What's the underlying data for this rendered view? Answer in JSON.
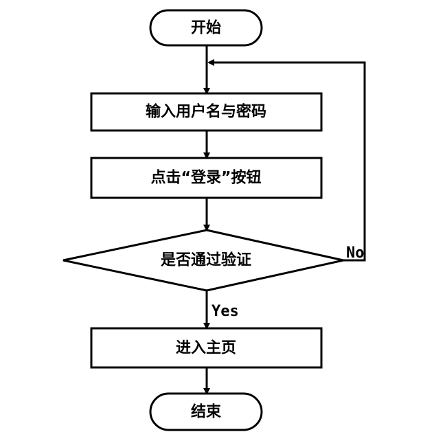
{
  "diagram": {
    "type": "flowchart",
    "line_color": "#000000",
    "fill_color": "#ffffff",
    "nodes": {
      "start": {
        "shape": "terminal",
        "label": "开始"
      },
      "input": {
        "shape": "process",
        "label": "输入用户名与密码"
      },
      "click": {
        "shape": "process",
        "label": "点击“登录”按钮"
      },
      "verify": {
        "shape": "decision",
        "label": "是否通过验证"
      },
      "home": {
        "shape": "process",
        "label": "进入主页"
      },
      "end": {
        "shape": "terminal",
        "label": "结束"
      }
    },
    "edges": [
      {
        "from": "start",
        "to": "input",
        "label": ""
      },
      {
        "from": "input",
        "to": "click",
        "label": ""
      },
      {
        "from": "click",
        "to": "verify",
        "label": ""
      },
      {
        "from": "verify",
        "to": "home",
        "label": "Yes"
      },
      {
        "from": "verify",
        "to": "input",
        "label": "No"
      },
      {
        "from": "home",
        "to": "end",
        "label": ""
      }
    ],
    "edge_labels": {
      "yes": "Yes",
      "no": "No"
    }
  }
}
